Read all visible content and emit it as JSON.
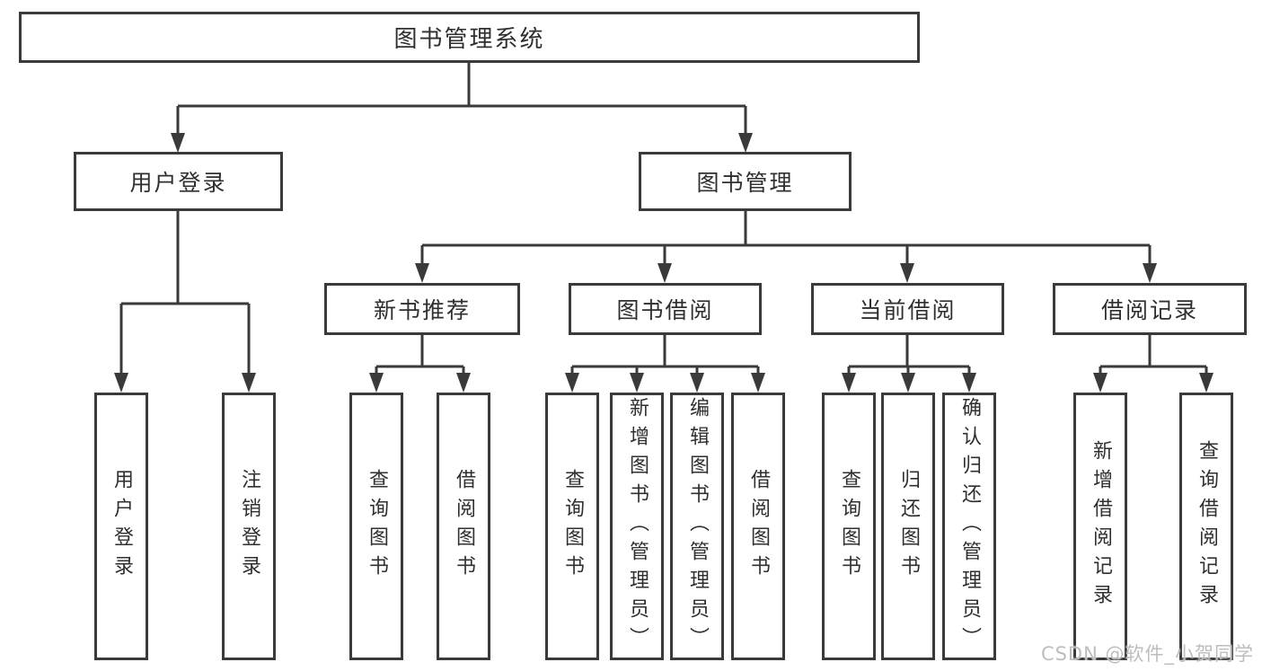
{
  "diagram": {
    "root": {
      "label": "图书管理系统"
    },
    "level2": {
      "user_login": {
        "label": "用户登录"
      },
      "book_management": {
        "label": "图书管理"
      }
    },
    "level3": {
      "new_book_recommend": {
        "label": "新书推荐"
      },
      "book_borrow": {
        "label": "图书借阅"
      },
      "current_borrow": {
        "label": "当前借阅"
      },
      "borrow_records": {
        "label": "借阅记录"
      }
    },
    "leaves": {
      "user_login": [
        "用户登录",
        "注销登录"
      ],
      "new_book_recommend": [
        "查询图书",
        "借阅图书"
      ],
      "book_borrow": [
        "查询图书",
        "新增图书（管理员）",
        "编辑图书（管理员）",
        "借阅图书"
      ],
      "current_borrow": [
        "查询图书",
        "归还图书",
        "确认归还（管理员）"
      ],
      "borrow_records": [
        "新增借阅记录",
        "查询借阅记录"
      ]
    },
    "watermark": "CSDN @软件_小贺同学",
    "colors": {
      "line": "#3a3a3a",
      "text": "#2f2f2f",
      "watermark": "#bdbdbd",
      "background": "#ffffff"
    }
  }
}
